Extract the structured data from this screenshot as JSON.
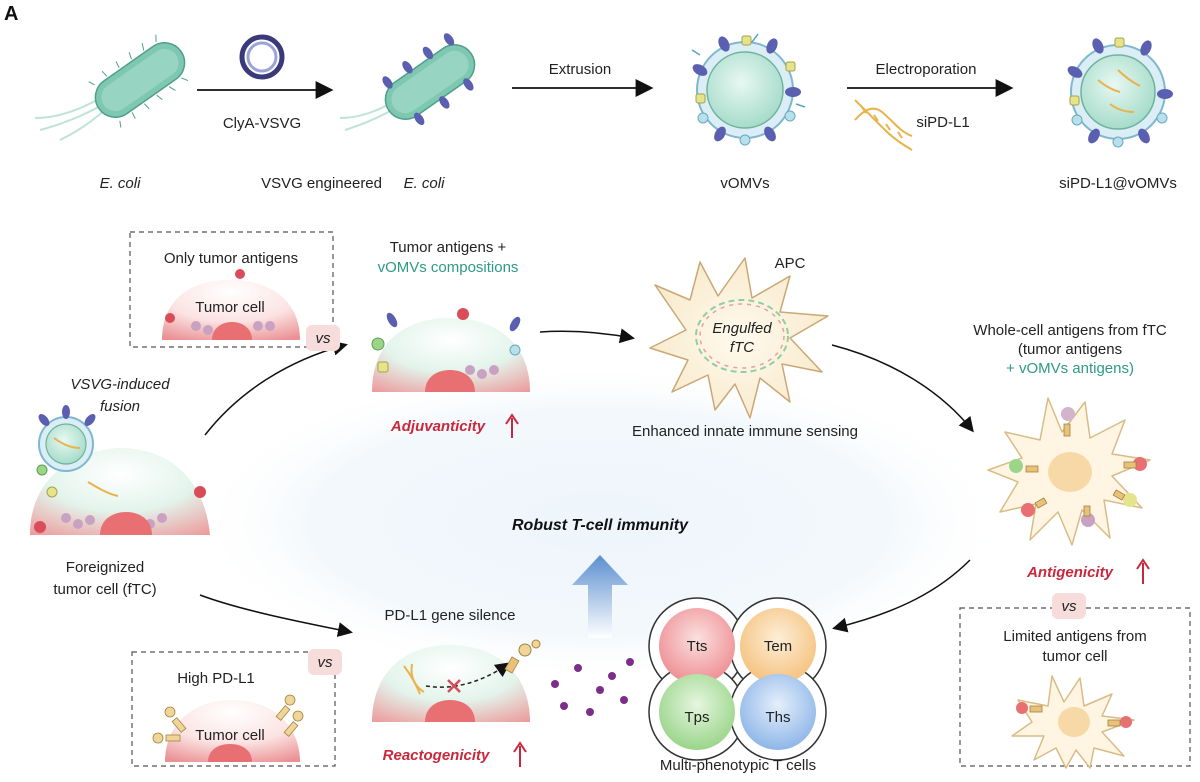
{
  "panel_letter": "A",
  "top_row": {
    "ecoli": "E. coli",
    "clya_label": "ClyA-VSVG",
    "engineered_prefix": "VSVG engineered ",
    "engineered_italic": "E. coli",
    "extrusion": "Extrusion",
    "vomvs": "vOMVs",
    "electroporation": "Electroporation",
    "sipdl1": "siPD-L1",
    "product": "siPD-L1@vOMVs"
  },
  "box_top_left": {
    "heading": "Only tumor antigens",
    "cell": "Tumor cell",
    "vs": "vs"
  },
  "adjuvant": {
    "line1": "Tumor antigens +",
    "line2": "vOMVs compositions",
    "label": "Adjuvanticity"
  },
  "apc": {
    "label": "APC",
    "engulfed_1": "Engulfed",
    "engulfed_2": "fTC",
    "caption": "Enhanced innate immune sensing"
  },
  "whole_cell": {
    "line1": "Whole-cell antigens from fTC",
    "line2": "(tumor antigens",
    "line3": "+ vOMVs antigens)",
    "label": "Antigenicity",
    "vs": "vs"
  },
  "box_bottom_right": {
    "line1": "Limited antigens from",
    "line2": "tumor cell"
  },
  "fusion": {
    "line1": "VSVG-induced",
    "line2": "fusion",
    "cell_1": "Foreignized",
    "cell_2": "tumor cell (fTC)"
  },
  "center": "Robust T-cell immunity",
  "pdl1": {
    "heading": "PD-L1 gene silence",
    "label": "Reactogenicity"
  },
  "box_bottom_left": {
    "heading": "High PD-L1",
    "cell": "Tumor cell",
    "vs": "vs"
  },
  "tcells": {
    "tts": "Tts",
    "tem": "Tem",
    "tps": "Tps",
    "ths": "Ths",
    "caption": "Multi-phenotypic T cells"
  },
  "colors": {
    "accent_red": "#c8283c",
    "accent_green": "#2e9a86",
    "tumor_pink": "#f4b3b5",
    "cell_green": "#b9e3d6"
  }
}
